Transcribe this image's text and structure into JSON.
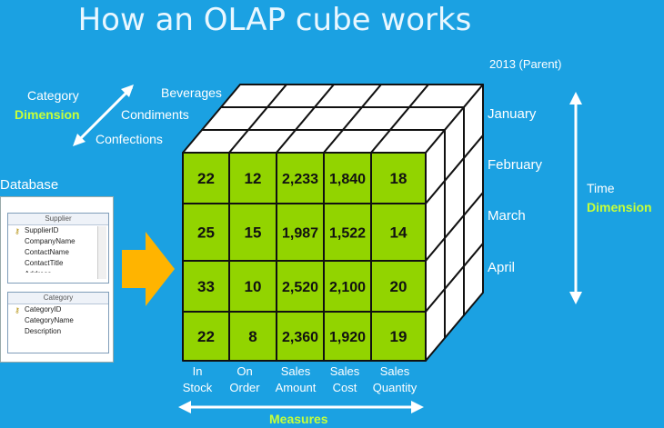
{
  "title": "How an OLAP cube works",
  "category": {
    "label": "Category",
    "dimension": "Dimension",
    "members": [
      "Beverages",
      "Condiments",
      "Confections"
    ]
  },
  "time": {
    "parent": "2013 (Parent)",
    "label": "Time",
    "dimension": "Dimension",
    "members": [
      "January",
      "February",
      "March",
      "April"
    ]
  },
  "measures": {
    "label": "Measures",
    "columns": [
      [
        "In",
        "Stock"
      ],
      [
        "On",
        "Order"
      ],
      [
        "Sales",
        "Amount"
      ],
      [
        "Sales",
        "Cost"
      ],
      [
        "Sales",
        "Quantity"
      ]
    ]
  },
  "cube": {
    "rows": [
      [
        "22",
        "12",
        "2,233",
        "1,840",
        "18"
      ],
      [
        "25",
        "15",
        "1,987",
        "1,522",
        "14"
      ],
      [
        "33",
        "10",
        "2,520",
        "2,100",
        "20"
      ],
      [
        "22",
        "8",
        "2,360",
        "1,920",
        "19"
      ]
    ]
  },
  "database": {
    "label": "Database",
    "tables": [
      {
        "name": "Supplier",
        "key_field": "SupplierID",
        "fields": [
          "CompanyName",
          "ContactName",
          "ContactTitle",
          "Address"
        ]
      },
      {
        "name": "Category",
        "key_field": "CategoryID",
        "fields": [
          "CategoryName",
          "Description"
        ]
      }
    ]
  },
  "colors": {
    "background": "#1ba1e2",
    "cell_fill": "#92d400",
    "highlight": "#c6ff3a",
    "arrow": "#ffb400"
  }
}
